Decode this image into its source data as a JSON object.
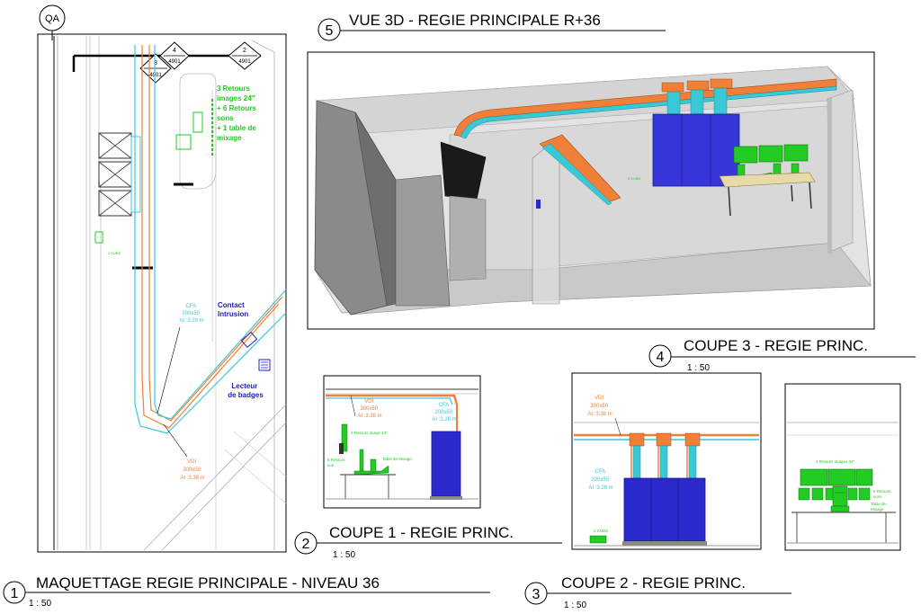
{
  "grid_marker": "QA",
  "plan": {
    "title": "MAQUETTAGE REGIE PRINCIPALE - NIVEAU 36",
    "number": "1",
    "scale": "1 : 50",
    "section_markers": [
      {
        "num": "4",
        "ref": "4901"
      },
      {
        "num": "3",
        "ref": "4901"
      },
      {
        "num": "2",
        "ref": "4901"
      }
    ],
    "equipment_note": [
      "3 Retours",
      "images 24\"",
      "+ 6 Retours",
      "sons",
      "+ 1 table de",
      "mixage"
    ],
    "small_label": "2 KUBS",
    "cfa_label": [
      "CFA",
      "200x50",
      "AI :3.28 m"
    ],
    "vdi_label": [
      "VDI",
      "300x50",
      "AI :3.38 m"
    ],
    "contact_label": [
      "Contact",
      "Intrusion"
    ],
    "badge_label": [
      "Lecteur",
      "de badges"
    ]
  },
  "view3d": {
    "number": "5",
    "title": "VUE 3D - REGIE PRINCIPALE R+36"
  },
  "coupe1": {
    "number": "2",
    "title": "COUPE 1 - REGIE PRINC.",
    "scale": "1 : 50",
    "vdi_label": [
      "VDI",
      "300x50",
      "AI :3.38 m"
    ],
    "cfa_label": [
      "CFA",
      "200x50",
      "AI :3.28 m"
    ],
    "note1": "3 Retours image 24\"",
    "note2": "Table de Mixage",
    "note3": [
      "6 Retours",
      "son"
    ]
  },
  "coupe2": {
    "number": "3",
    "title": "COUPE 2 - REGIE PRINC.",
    "scale": "1 : 50",
    "vdi_label": [
      "VDI",
      "300x50",
      "AI :3.38 m"
    ],
    "cfa_label": [
      "CFA",
      "200x50",
      "AI :3.28 m"
    ],
    "small_label": "2 KUBS"
  },
  "coupe3": {
    "number": "4",
    "title": "COUPE 3 - REGIE PRINC.",
    "scale": "1 : 50",
    "note1": "3 Retours images 24\"",
    "note2": [
      "6 Retours",
      "sons"
    ],
    "note3": [
      "Table de",
      "Mixage"
    ]
  },
  "colors": {
    "vdi": "#f07f3a",
    "cfa": "#39c9d6",
    "green_equip": "#22cc22",
    "blue_rack": "#2a2acc",
    "annotation_blue": "#2020c0"
  }
}
